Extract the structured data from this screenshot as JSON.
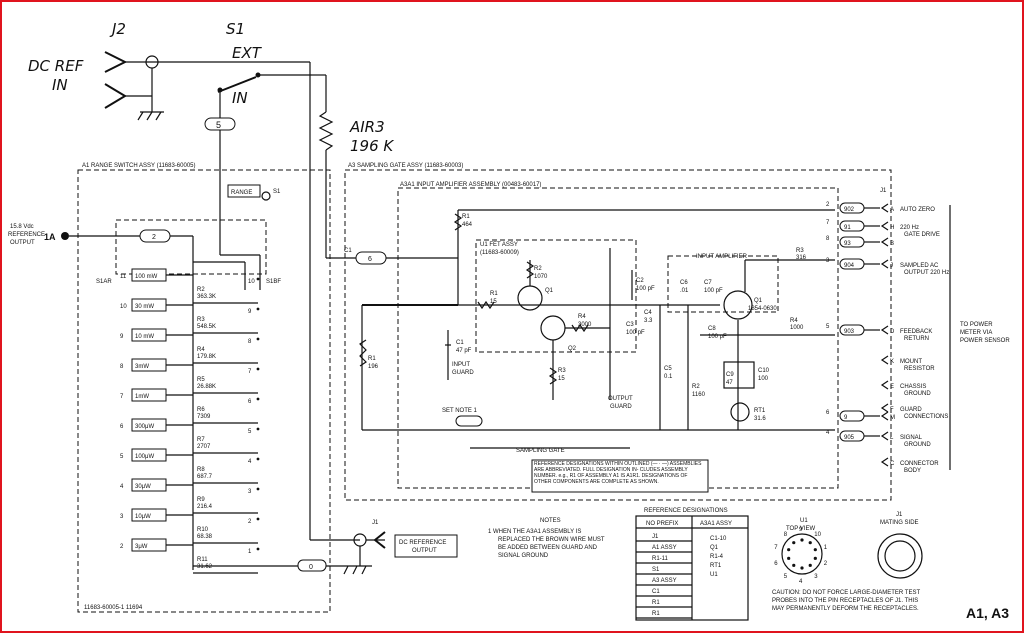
{
  "top": {
    "j2": "J2",
    "s1": "S1",
    "ext": "EXT",
    "in": "IN",
    "dcref1": "DC  REF",
    "dcref2": "IN",
    "s1_pos": "5",
    "air3a": "AIR3",
    "air3b": "196 K"
  },
  "a1": {
    "title": "A1 RANGE SWITCH ASSY (11683-60005)",
    "ref1": "15.8 Vdc",
    "ref2": "REFERENCE",
    "ref3": "OUTPUT",
    "ref_pin": "1A",
    "range_label": "RANGE",
    "s1": "S1",
    "s1ar": "S1AR",
    "s1bf": "S1BF",
    "wire2": "2",
    "wire0": "0",
    "ranges": [
      "100 mW",
      "30 mW",
      "10 mW",
      "3mW",
      "1mW",
      "300μW",
      "100μW",
      "30μW",
      "10μW",
      "3μW"
    ],
    "pos_left": [
      "11",
      "10",
      "9",
      "8",
      "7",
      "6",
      "5",
      "4",
      "3",
      "2"
    ],
    "pos_right": [
      "10",
      "9",
      "8",
      "7",
      "6",
      "5",
      "4",
      "3",
      "2",
      "1"
    ],
    "resistors": [
      {
        "ref": "R2",
        "val": "363.3K"
      },
      {
        "ref": "R3",
        "val": "548.5K"
      },
      {
        "ref": "R4",
        "val": "179.8K"
      },
      {
        "ref": "R5",
        "val": "26.88K"
      },
      {
        "ref": "R6",
        "val": "7309"
      },
      {
        "ref": "R7",
        "val": "2707"
      },
      {
        "ref": "R8",
        "val": "687.7"
      },
      {
        "ref": "R9",
        "val": "216.4"
      },
      {
        "ref": "R10",
        "val": "68.38"
      },
      {
        "ref": "R11",
        "val": "31.62"
      }
    ],
    "part_no": "11683-60005-1  11694"
  },
  "a3": {
    "title": "A3 SAMPLING GATE ASSY (11683-60003)",
    "a3a1_title": "A3A1 INPUT AMPLIFIER ASSEMBLY (00483-60017)",
    "u1_1": "U1 FET ASSY",
    "u1_2": "(11683-60009)",
    "input_amp": "INPUT AMPLIFIER",
    "sampling_gate": "SAMPLING GATE",
    "input_guard1": "INPUT",
    "input_guard2": "GUARD",
    "output_guard1": "OUTPUT",
    "output_guard2": "GUARD",
    "set_note": "SET NOTE 1",
    "ref_note": "REFERENCE DESIGNATIONS WITHIN OUTLINED (— · —) ASSEMBLIES ARE ABBREVIATED. FULL DESIGNATION IN- CLUDES ASSEMBLY NUMBER. e.g., R1 OF ASSEMBLY A1 IS A1R1. DESIGNATIONS OF OTHER COMPONENTS ARE COMPLETE AS SHOWN.",
    "comp": {
      "r1a": "R1",
      "r1a_v": "464",
      "c1": "C1",
      "c1_v": "47 pF",
      "r1b": "R1",
      "r1b_v": "196",
      "r1c": "R1",
      "r1c_v": "15",
      "r2": "R2",
      "r2_v": "1070",
      "q1": "Q1",
      "q2": "Q2",
      "r3": "R3",
      "r3_v": "15",
      "r4": "R4",
      "r4_v": "3000",
      "c2": "C2",
      "c2_v": "100 pF",
      "c3": "C3",
      "c3_v": "100 pF",
      "c4": "C4",
      "c4_v": "3.3",
      "c5": "C5",
      "c5_v": "0.1",
      "c6": "C6",
      "c6_v": ".01",
      "c7": "C7",
      "c7_v": "100 pF",
      "r2b": "R2",
      "r2b_v": "1160",
      "q1b": "Q1",
      "q1b_v": "1854-0630",
      "c8": "C8",
      "c8_v": "100 pF",
      "c9": "C9",
      "c9_v": "47",
      "c10": "C10",
      "c10_v": "100",
      "rt1": "RT1",
      "rt1_v": "31.6",
      "r3b": "R3",
      "r3b_v": "316",
      "r4b": "R4",
      "r4b_v": "1000",
      "c1b": "C1",
      "wire6": "6"
    }
  },
  "j1_pins": [
    {
      "pin": "A",
      "label": "AUTO ZERO",
      "wire": "902",
      "num": "2"
    },
    {
      "pin": "H",
      "label": "220 Hz",
      "label2": "GATE DRIVE",
      "wire": "91",
      "num": "7"
    },
    {
      "pin": "B",
      "label": "",
      "wire": "93",
      "num": "8"
    },
    {
      "pin": "J",
      "label": "SAMPLED AC",
      "label2": "OUTPUT 220 Hz",
      "wire": "904",
      "num": "3"
    },
    {
      "pin": "D",
      "label": "FEEDBACK",
      "label2": "RETURN",
      "wire": "903",
      "num": "5"
    },
    {
      "pin": "K",
      "label": "MOUNT",
      "label2": "RESISTOR",
      "wire": "",
      "num": ""
    },
    {
      "pin": "E",
      "label": "CHASSIS",
      "label2": "GROUND",
      "wire": "",
      "num": ""
    },
    {
      "pin": "F",
      "label": "GUARD",
      "label2": "CONNECTIONS",
      "wire": "",
      "num": ""
    },
    {
      "pin": "M",
      "label": "",
      "wire": "9",
      "num": "6"
    },
    {
      "pin": "L",
      "label": "SIGNAL",
      "label2": "GROUND",
      "wire": "905",
      "num": "4"
    },
    {
      "pin": "C",
      "label": "CONNECTOR",
      "label2": "BODY",
      "wire": "",
      "num": ""
    }
  ],
  "j1": "J1",
  "to_power": [
    "TO POWER",
    "METER VIA",
    "POWER SENSOR"
  ],
  "dc_ref_out": [
    "DC REFERENCE",
    "OUTPUT"
  ],
  "notes": {
    "title": "NOTES",
    "lines": [
      "1  WHEN THE A3A1 ASSEMBLY IS",
      "REPLACED THE BROWN WIRE MUST",
      "BE ADDED BETWEEN GUARD AND",
      "SIGNAL GROUND"
    ]
  },
  "refdes": {
    "title": "REFERENCE DESIGNATIONS",
    "col1": "NO PREFIX",
    "col2": "A3A1 ASSY",
    "rows_left": [
      "J1",
      "A1 ASSY",
      "R1-11",
      "S1",
      "A3 ASSY",
      "C1",
      "R1",
      "R1"
    ],
    "rows_right": [
      "C1-10",
      "Q1",
      "R1-4",
      "RT1",
      "U1"
    ]
  },
  "u1_view": {
    "title1": "U1",
    "title2": "TOP VIEW",
    "pins": [
      "9",
      "10",
      "1",
      "2",
      "3",
      "4",
      "5",
      "6",
      "7",
      "8"
    ]
  },
  "j1_view": {
    "title1": "J1",
    "title2": "MATING SIDE"
  },
  "caution": [
    "CAUTION: DO NOT FORCE LARGE-DIAMETER TEST",
    "PROBES INTO THE PIN RECEPTACLES OF J1. THIS",
    "MAY PERMANENTLY DEFORM THE RECEPTACLES."
  ],
  "fig_label": "A1, A3"
}
